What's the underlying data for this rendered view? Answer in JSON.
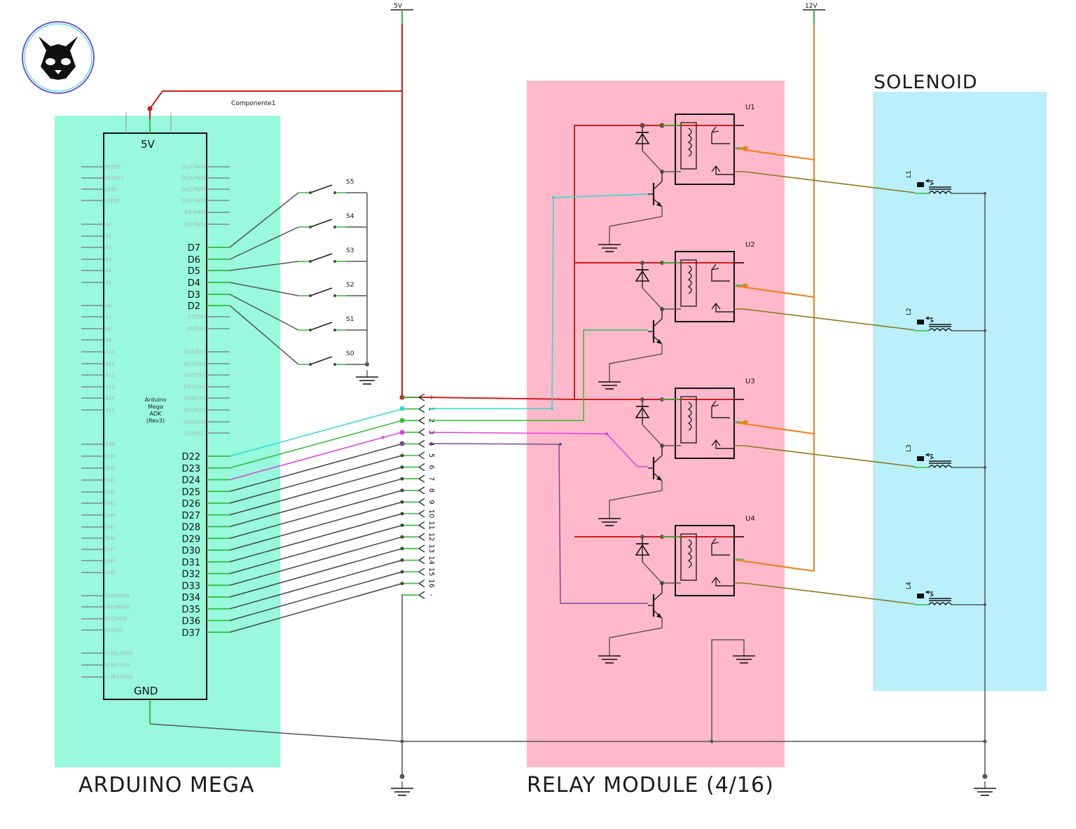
{
  "colors": {
    "arduino_bg": "#98f9dc",
    "relay_bg": "#ffb9cb",
    "solenoid_bg": "#b9f0fb",
    "wire_5v": "#cc1f1f",
    "wire_12v": "#f07c1a",
    "wire_ch1": "#2fd9d0",
    "wire_ch2": "#2fbe3a",
    "wire_ch3": "#e040e0",
    "wire_ch4": "#7a4a9a",
    "wire_gray": "#555555",
    "wire_olive": "#8a7a1e"
  },
  "sections": {
    "arduino": "ARDUINO MEGA",
    "relay": "RELAY MODULE (4/16)",
    "solenoid": "SOLENOID"
  },
  "power": {
    "v5": "5V",
    "v12": "12V",
    "component": "Componente1"
  },
  "arduino": {
    "pin_5v": "5V",
    "pin_gnd": "GND",
    "name_lines": [
      "Arduino",
      "Mega",
      "ADK",
      "(Rev3)"
    ],
    "left_pins": [
      "RESET",
      "RESET2",
      "AREF",
      "IOREF",
      "A0",
      "A1",
      "A2",
      "A3",
      "A4",
      "A5",
      "A6",
      "A7",
      "A8",
      "A9",
      "A10",
      "A11",
      "A12",
      "A13",
      "A14",
      "A15",
      "D38",
      "D39",
      "D40",
      "D41",
      "D42",
      "D43",
      "D44",
      "D45",
      "D46",
      "D47",
      "D48",
      "D49",
      "D50/MISO",
      "D51/MOSI",
      "D52/SCK",
      "D53/SS",
      "ICSP2 MISO",
      "ICSP2 SCK",
      "ICSP2 MOSI"
    ],
    "right_top_pins": [
      "D13 PWM",
      "D12 PWM",
      "D11 PWM",
      "D10 PWM",
      "D9 PWM",
      "D8 PWM"
    ],
    "right_mid_pins": [
      "D7",
      "D6",
      "D5",
      "D4",
      "D3",
      "D2"
    ],
    "right_faint_pins": [
      "D1/TX0",
      "D0/RX0",
      "D14/TX3",
      "D15/RX3",
      "D16/TX2",
      "D17/RX2",
      "D18/TX1",
      "D19/RX1",
      "D20/SDA",
      "D21/SCL"
    ],
    "right_bottom_pins": [
      "D22",
      "D23",
      "D24",
      "D25",
      "D26",
      "D27",
      "D28",
      "D29",
      "D30",
      "D31",
      "D32",
      "D33",
      "D34",
      "D35",
      "D36",
      "D37"
    ]
  },
  "switches": [
    "S5",
    "S4",
    "S3",
    "S2",
    "S1",
    "S0"
  ],
  "connector": [
    "+",
    "1",
    "2",
    "3",
    "4",
    "5",
    "6",
    "7",
    "8",
    "9",
    "10",
    "11",
    "12",
    "13",
    "14",
    "15",
    "16",
    "-"
  ],
  "relays": [
    "U1",
    "U2",
    "U3",
    "U4"
  ],
  "solenoids": [
    "L1",
    "L2",
    "L3",
    "L4"
  ]
}
